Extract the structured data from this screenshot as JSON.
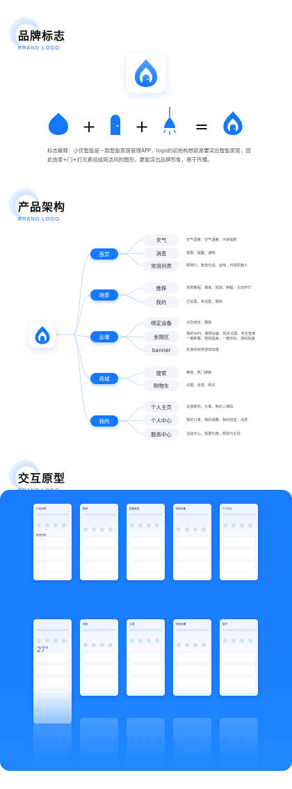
{
  "sections": [
    {
      "title_zh": "品牌标志",
      "title_en": "BRAND LOGO"
    },
    {
      "title_zh": "产品架构",
      "title_en": "BRAND LOGO"
    },
    {
      "title_zh": "交互原型",
      "title_en": "BRAND LOGO"
    }
  ],
  "brand": {
    "description": "标志解释：小优智能是一款智能家居管理APP，logo的初始构想就是要突出智能家居，因此由家+门+灯元素组成简洁风的图形，更能突出品牌形象，易于传播。",
    "operators": {
      "plus": "+",
      "equals": "="
    },
    "symbols": [
      "house-icon",
      "door-icon",
      "lamp-icon",
      "logo-icon"
    ],
    "colors": {
      "primary": "#1677ff",
      "light": "#4da3ff"
    }
  },
  "architecture": {
    "groups": [
      {
        "name": "首页",
        "items": [
          {
            "name": "天气",
            "note": "空气湿度、空气温度、污染指数"
          },
          {
            "name": "消息",
            "note": "报警、提醒、通知"
          },
          {
            "name": "常用列表",
            "note": "照明灯、智能空调、音响、扫地机器人"
          }
        ]
      },
      {
        "name": "场景",
        "items": [
          {
            "name": "推荐",
            "note": "场景教程、离家、回家、到睡、主动开灯"
          },
          {
            "name": "我的",
            "note": "已设置、未设置、删除"
          }
        ]
      },
      {
        "name": "云端",
        "items": [
          {
            "name": "绑定设备",
            "note": "点击绑定、删除"
          },
          {
            "name": "金刚区",
            "note": "我的WIFI、联网设备、网关设置、安全管家\n一键断路、智能提速、一键体检、游戏加速"
          },
          {
            "name": "banner",
            "note": "玩游戏就用游戏加速"
          }
        ]
      },
      {
        "name": "商城",
        "items": [
          {
            "name": "搜索",
            "note": "推荐、热门搜索"
          },
          {
            "name": "购物车",
            "note": "设置、全选、购买"
          }
        ]
      },
      {
        "name": "我的",
        "items": [
          {
            "name": "个人主页",
            "note": "设置昵称、头像、我的二维码"
          },
          {
            "name": "个人中心",
            "note": "我的订单、我的收藏、我的权益、消息"
          },
          {
            "name": "服务中心",
            "note": "活动中心、我要吐槽、帮助与反馈"
          }
        ]
      }
    ]
  },
  "prototype": {
    "screens_row1": [
      {
        "title": "小优优家",
        "label": "常用列表"
      },
      {
        "title": "推荐",
        "label": ""
      },
      {
        "title": "智能家居",
        "label": ""
      },
      {
        "title": "绑定设备",
        "label": ""
      },
      {
        "title": "个人中心",
        "label": ""
      }
    ],
    "screens_row2": [
      {
        "title": "",
        "label": "27°"
      },
      {
        "title": "消息",
        "label": ""
      },
      {
        "title": "空调",
        "label": ""
      },
      {
        "title": "网络设置",
        "label": ""
      },
      {
        "title": "客厅",
        "label": ""
      }
    ]
  }
}
